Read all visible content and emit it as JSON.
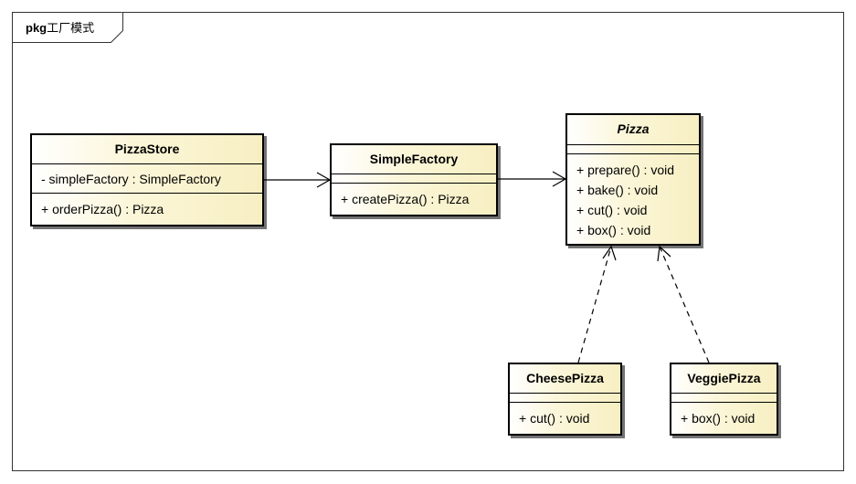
{
  "frame": {
    "keyword": "pkg",
    "title": "工厂模式"
  },
  "classes": {
    "pizza_store": {
      "name": "PizzaStore",
      "attributes": [
        "- simpleFactory : SimpleFactory"
      ],
      "operations": [
        "+ orderPizza() : Pizza"
      ]
    },
    "simple_factory": {
      "name": "SimpleFactory",
      "attributes": [],
      "operations": [
        "+ createPizza() : Pizza"
      ]
    },
    "pizza": {
      "name": "Pizza",
      "abstract": true,
      "attributes": [],
      "operations": [
        "+ prepare() : void",
        "+ bake() : void",
        "+ cut() : void",
        "+ box() : void"
      ]
    },
    "cheese_pizza": {
      "name": "CheesePizza",
      "attributes": [],
      "operations": [
        "+ cut() : void"
      ]
    },
    "veggie_pizza": {
      "name": "VeggiePizza",
      "attributes": [],
      "operations": [
        "+ box() : void"
      ]
    }
  },
  "relations": [
    {
      "from": "PizzaStore",
      "to": "SimpleFactory",
      "kind": "association"
    },
    {
      "from": "SimpleFactory",
      "to": "Pizza",
      "kind": "association"
    },
    {
      "from": "CheesePizza",
      "to": "Pizza",
      "kind": "dependency"
    },
    {
      "from": "VeggiePizza",
      "to": "Pizza",
      "kind": "dependency"
    }
  ]
}
